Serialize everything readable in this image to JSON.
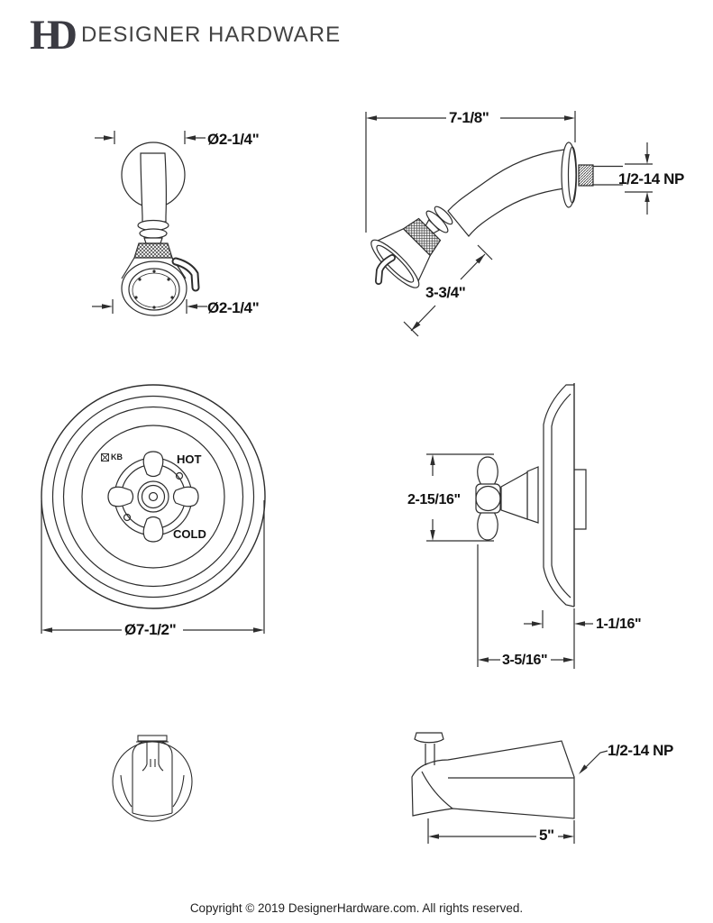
{
  "header": {
    "monogram": "HD",
    "brand": "DESIGNER HARDWARE"
  },
  "figures": {
    "showerhead_front": {
      "dim_top_diameter": "Ø2-1/4\"",
      "dim_bottom_diameter": "Ø2-1/4\""
    },
    "showerhead_side": {
      "dim_arm_length": "7-1/8\"",
      "dim_thread": "1/2-14 NP",
      "dim_head_face": "3-3/4\""
    },
    "valve_front": {
      "brand_mark": "KB",
      "hot_label": "HOT",
      "cold_label": "COLD",
      "dim_plate_diameter": "Ø7-1/2\""
    },
    "valve_side": {
      "dim_handle_height": "2-15/16\"",
      "dim_plate_depth": "1-1/16\"",
      "dim_total_depth": "3-5/16\""
    },
    "spout_side": {
      "dim_thread": "1/2-14 NP",
      "dim_length": "5\""
    }
  },
  "footer": {
    "copyright": "Copyright © 2019 DesignerHardware.com. All rights reserved."
  }
}
